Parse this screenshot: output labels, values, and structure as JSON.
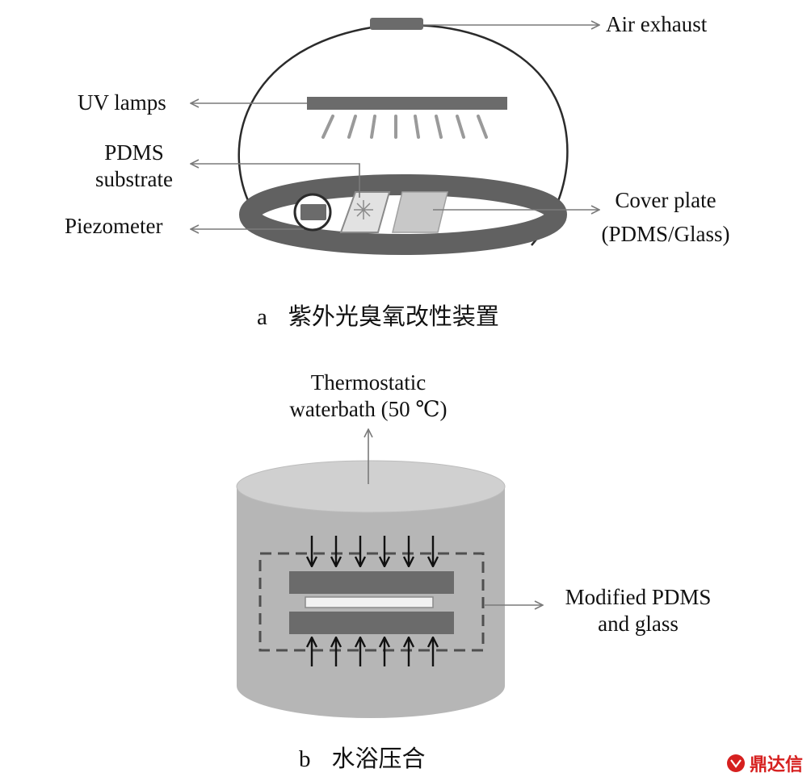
{
  "panel_a": {
    "label_air_exhaust": "Air exhaust",
    "label_uv_lamps": "UV lamps",
    "label_pdms_line1": "PDMS",
    "label_pdms_line2": "substrate",
    "label_piezometer": "Piezometer",
    "label_cover_line1": "Cover plate",
    "label_cover_line2": "(PDMS/Glass)",
    "caption_letter": "a",
    "caption_text": "紫外光臭氧改性装置"
  },
  "panel_b": {
    "label_bath_line1": "Thermostatic",
    "label_bath_line2": "waterbath (50 ℃)",
    "label_modified_line1": "Modified PDMS",
    "label_modified_line2": "and glass",
    "caption_letter": "b",
    "caption_text": "水浴压合"
  },
  "watermark": {
    "text": "鼎达信",
    "color": "#d6201f"
  },
  "colors": {
    "line": "#2b2b2b",
    "ring": "#616161",
    "plate": "#6b6b6b",
    "cylinder": "#b6b6b6",
    "cylinder_top": "#d0d0d0",
    "callout": "#7a7a7a"
  }
}
